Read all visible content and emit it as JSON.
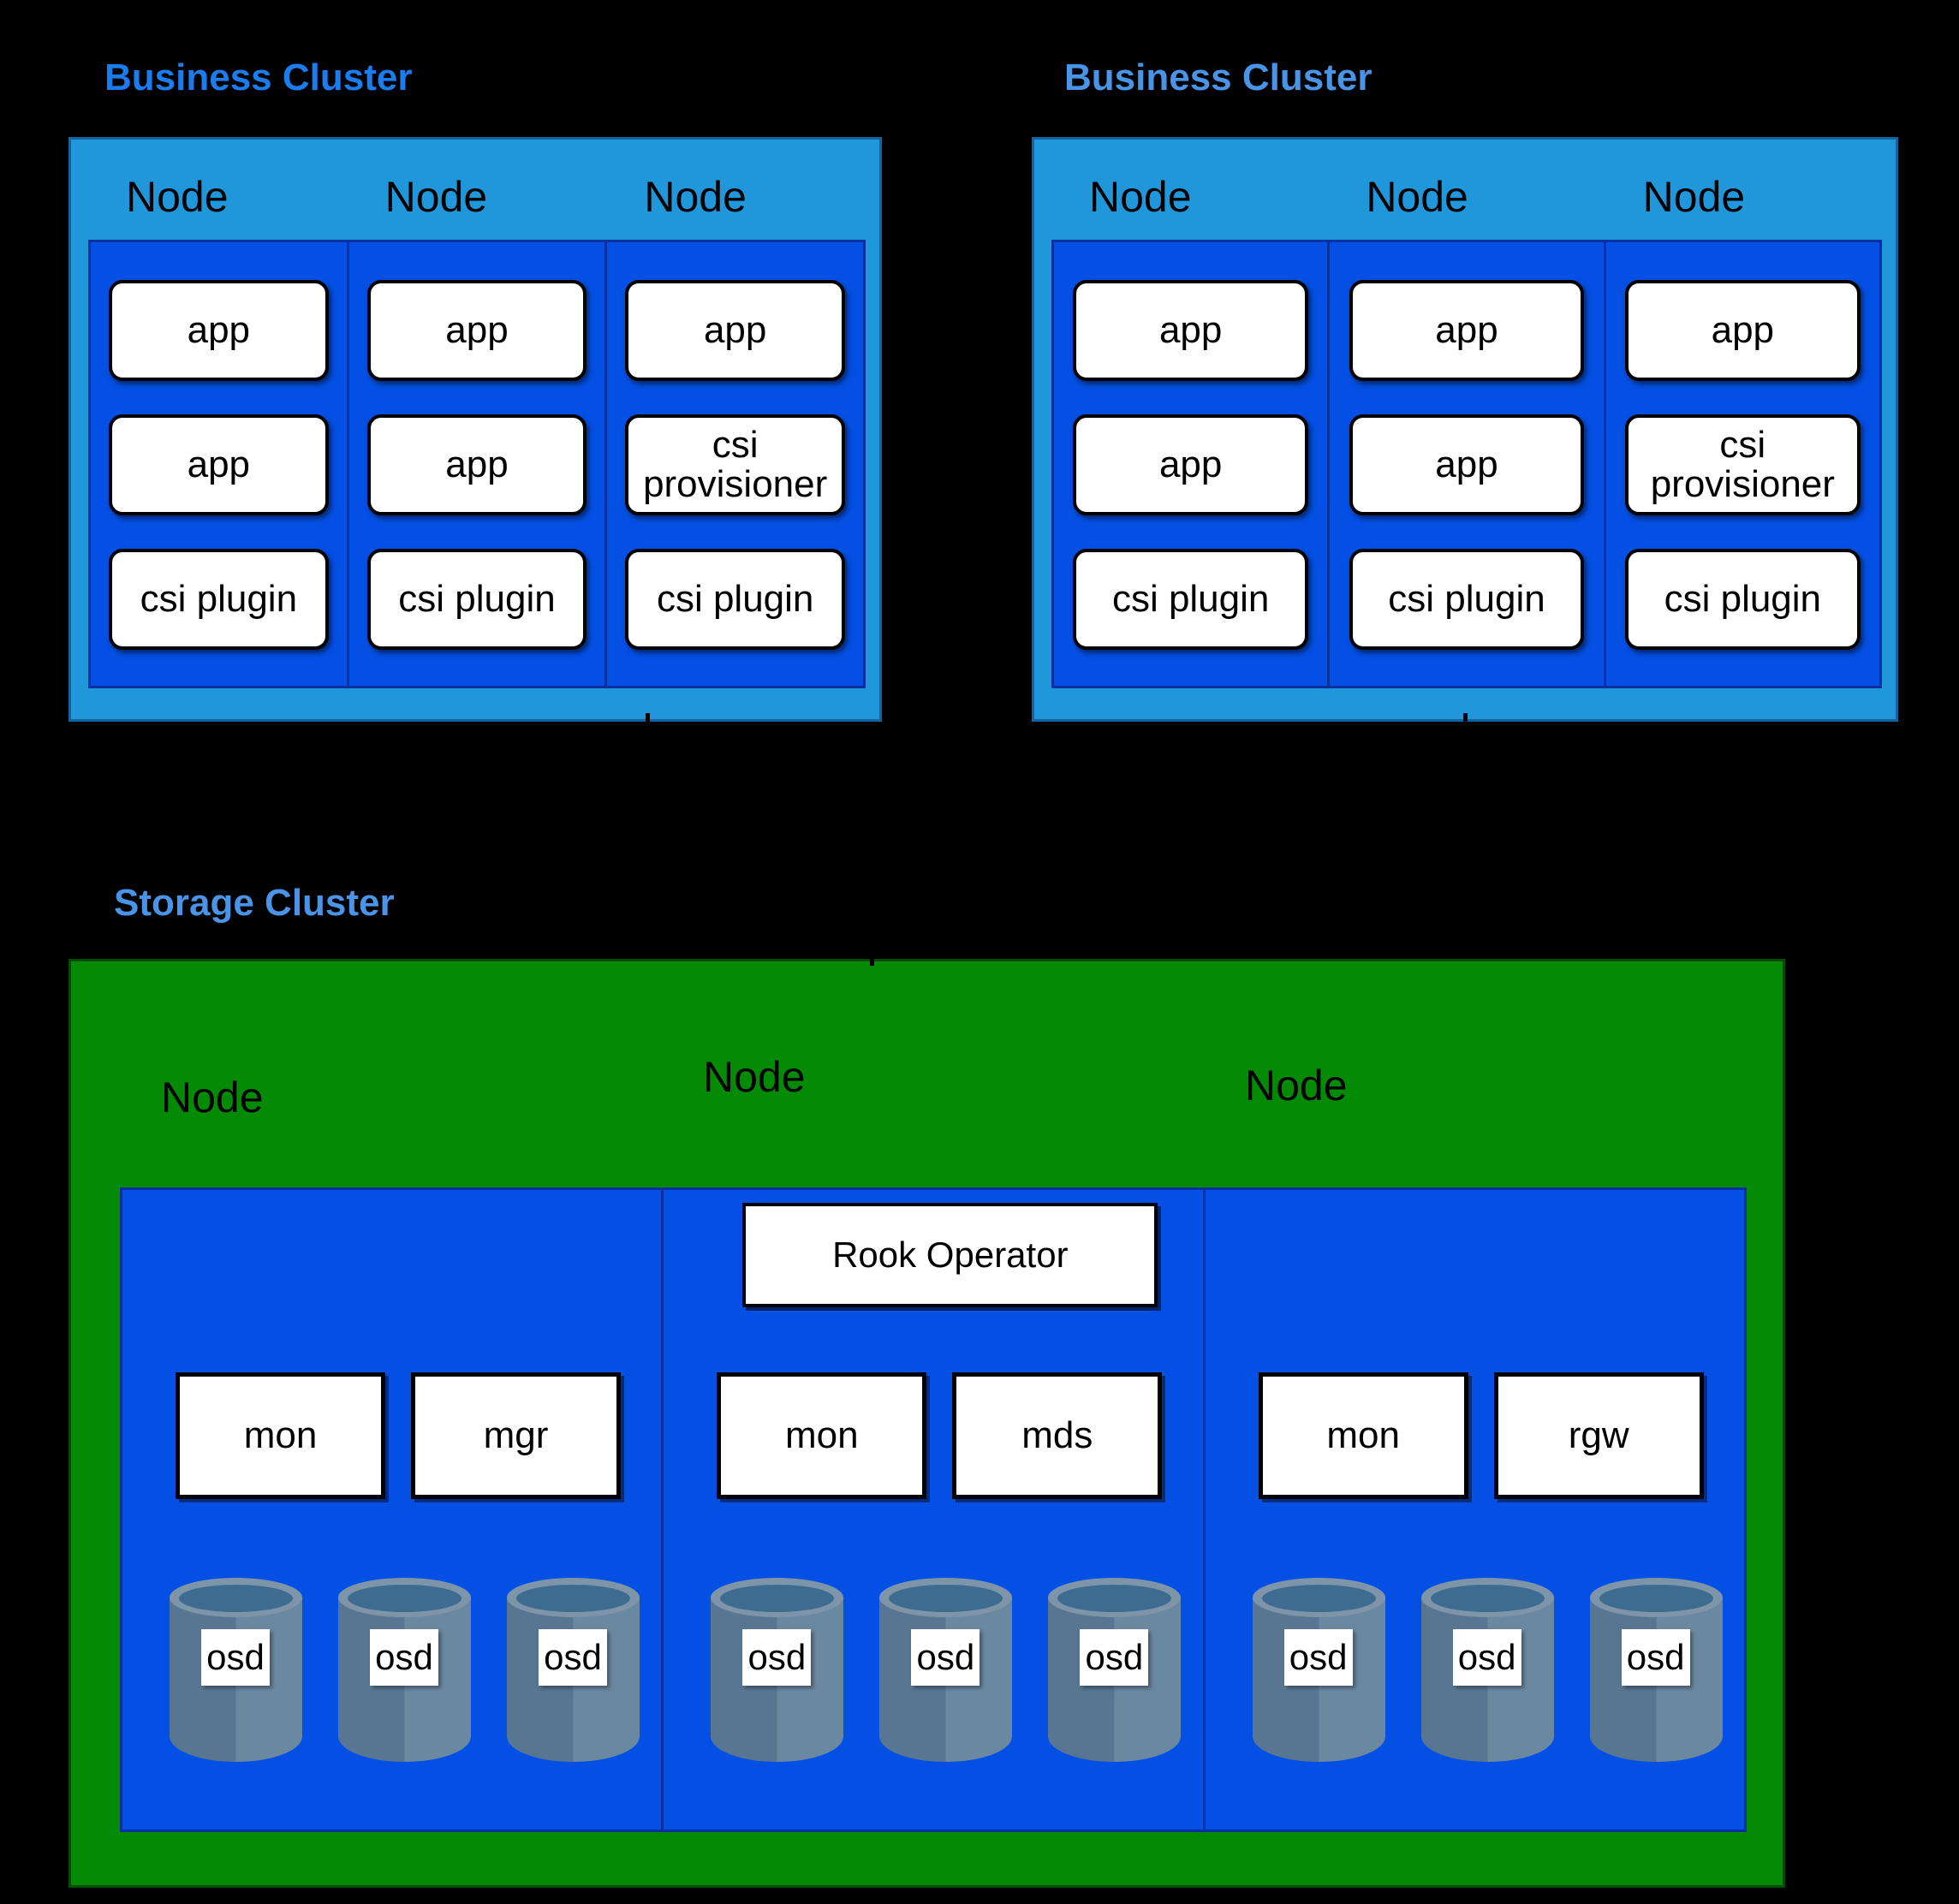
{
  "colors": {
    "background": "#000000",
    "business_shell": "#2097DB",
    "business_shell_border": "#15639C",
    "inner_panel": "#0450E4",
    "inner_panel_border": "#0A2FA0",
    "storage_green": "#048A04",
    "storage_green_border": "#024D02",
    "pod_fill": "#FFFFFF",
    "pod_border": "#000000",
    "title_blue_bright": "#1B7CEE",
    "title_blue_light": "#4A94E8",
    "cylinder_dark": "#587691",
    "cylinder_light": "#6B88A1",
    "cylinder_rim": "#7E95A9",
    "cylinder_hole": "#3E6C90"
  },
  "business_clusters": [
    {
      "title": "Business Cluster",
      "title_color": "#1B7CEE",
      "nodes": [
        {
          "label": "Node",
          "pods": [
            "app",
            "app",
            "csi plugin"
          ]
        },
        {
          "label": "Node",
          "pods": [
            "app",
            "app",
            "csi plugin"
          ]
        },
        {
          "label": "Node",
          "pods": [
            "app",
            "csi provisioner",
            "csi plugin"
          ]
        }
      ]
    },
    {
      "title": "Business Cluster",
      "title_color": "#4A94E8",
      "nodes": [
        {
          "label": "Node",
          "pods": [
            "app",
            "app",
            "csi plugin"
          ]
        },
        {
          "label": "Node",
          "pods": [
            "app",
            "app",
            "csi plugin"
          ]
        },
        {
          "label": "Node",
          "pods": [
            "app",
            "csi provisioner",
            "csi plugin"
          ]
        }
      ]
    }
  ],
  "storage_cluster": {
    "title": "Storage Cluster",
    "title_color": "#4A94E8",
    "nodes": [
      {
        "label": "Node",
        "operator": "",
        "daemons": [
          "mon",
          "mgr"
        ],
        "osds": [
          "osd",
          "osd",
          "osd"
        ]
      },
      {
        "label": "Node",
        "operator": "Rook Operator",
        "daemons": [
          "mon",
          "mds"
        ],
        "osds": [
          "osd",
          "osd",
          "osd"
        ]
      },
      {
        "label": "Node",
        "operator": "",
        "daemons": [
          "mon",
          "rgw"
        ],
        "osds": [
          "osd",
          "osd",
          "osd"
        ]
      }
    ]
  }
}
